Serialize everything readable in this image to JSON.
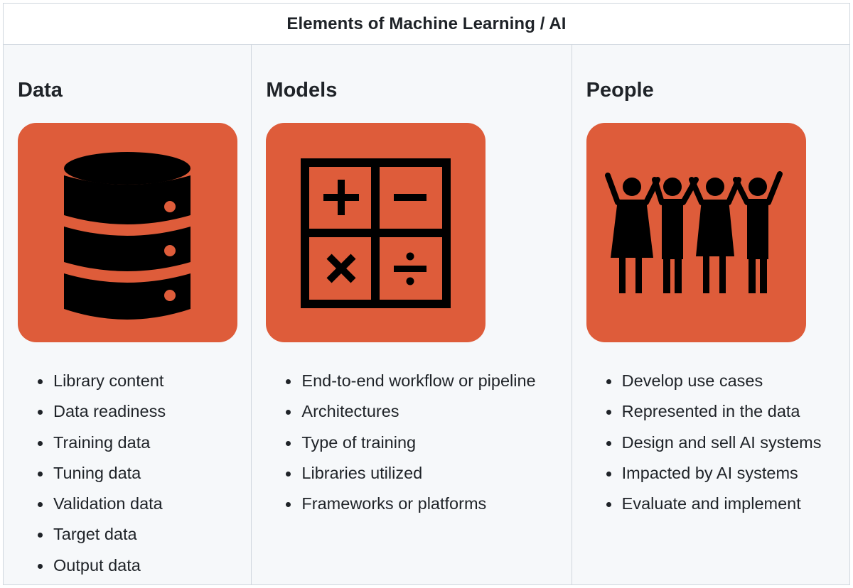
{
  "table": {
    "title": "Elements of Machine Learning / AI"
  },
  "columns": [
    {
      "heading": "Data",
      "icon": "database-icon",
      "items": [
        "Library content",
        "Data readiness",
        "Training data",
        "Tuning data",
        "Validation data",
        "Target data",
        "Output data"
      ]
    },
    {
      "heading": "Models",
      "icon": "calculator-icon",
      "items": [
        "End-to-end workflow or pipeline",
        "Architectures",
        "Type of training",
        "Libraries utilized",
        "Frameworks or platforms"
      ]
    },
    {
      "heading": "People",
      "icon": "people-group-icon",
      "items": [
        "Develop use cases",
        "Represented in the data",
        "Design and sell AI systems",
        "Impacted by AI systems",
        "Evaluate and implement"
      ]
    }
  ],
  "colors": {
    "tile": "#de5c3a",
    "icon": "#000000",
    "border": "#d0d7de",
    "body_bg": "#f6f8fa"
  }
}
